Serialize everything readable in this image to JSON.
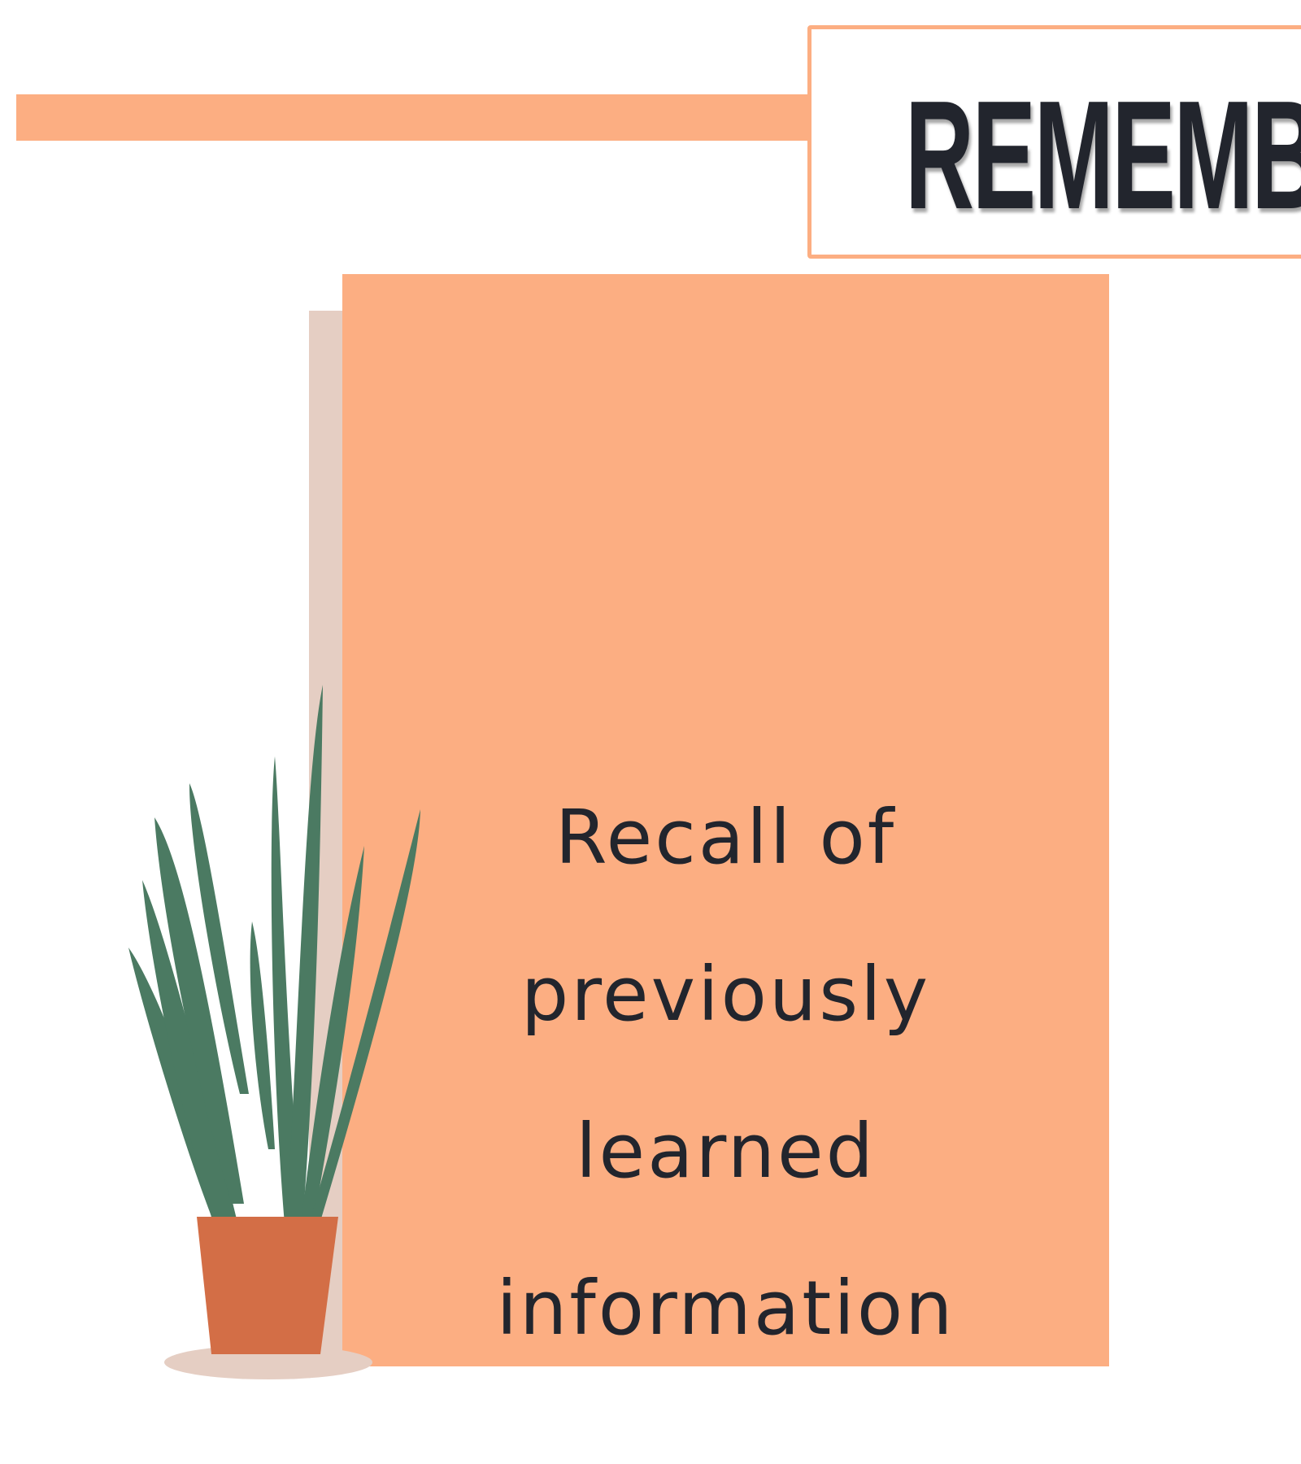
{
  "title": {
    "text": "REMEMB"
  },
  "card": {
    "lines": [
      "Recall of",
      "previously",
      "learned",
      "information"
    ]
  },
  "colors": {
    "accent_peach": "#fcae82",
    "card_shadow": "#e5cec3",
    "text_dark": "#22252d",
    "leaf_green": "#4b7a62",
    "pot_terracotta": "#d36e46",
    "pot_shadow": "#e5cec3"
  },
  "icons": {
    "plant": "potted-plant-icon"
  }
}
